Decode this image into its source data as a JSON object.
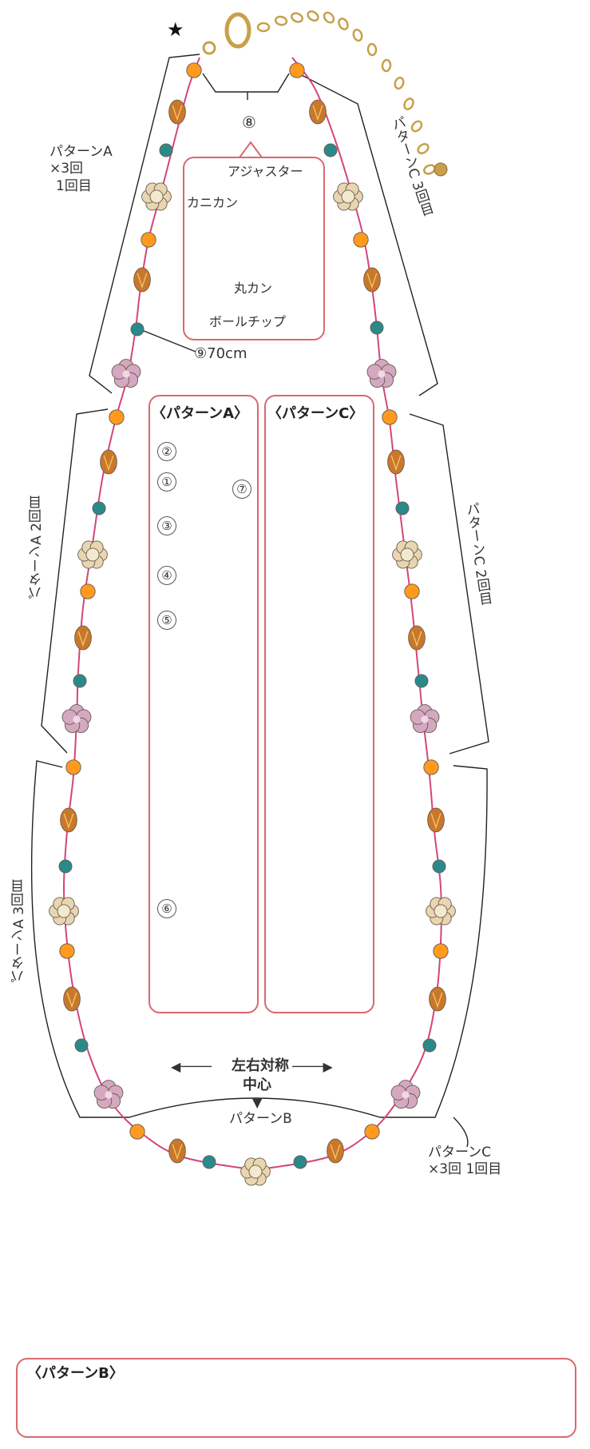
{
  "star": "★",
  "labels": {
    "pattern_a_first": [
      "パターンA",
      "×3回",
      "1回目"
    ],
    "pattern_c_third": "パターンC 3回目",
    "pattern_a_second": "パターンA 2回目",
    "pattern_c_second": "パターンC 2回目",
    "pattern_a_third": "パターンA 3回目",
    "pattern_c_first": [
      "パターンC",
      "×3回 1回目"
    ],
    "pattern_b": "パターンB",
    "symmetry": "左右対称",
    "center": "中心"
  },
  "detail": {
    "num": "⑧",
    "adjuster": "アジャスター",
    "kanikan": "カニカン",
    "marukan": "丸カン",
    "ball_chip": "ボールチップ"
  },
  "wire": {
    "num": "⑨",
    "length": "70cm"
  },
  "panels": {
    "a_title": "〈パターンA〉",
    "c_title": "〈パターンC〉",
    "b_title": "〈パターンB〉"
  },
  "parts": [
    "①",
    "②",
    "③",
    "④",
    "⑤",
    "⑥",
    "⑦"
  ],
  "colors": {
    "wire": "#d4457a",
    "outline": "#222222",
    "panel_border": "#d9686e",
    "salmon": "#f0a38c",
    "pink_seed": "#f4b6c6",
    "gold_spacer": "#e3c27a",
    "taupe": "#a88e80",
    "blue": "#4aa8d8",
    "lime": "#cfe08a",
    "lilac": "#c9a0cf",
    "orange": "#ff9a1f",
    "amber": "#c9782a",
    "teal": "#2a8a8a",
    "champagne": "#e8d6b0",
    "mauve_flower": "#d4a8c0",
    "gold_chain": "#c9a04a"
  }
}
